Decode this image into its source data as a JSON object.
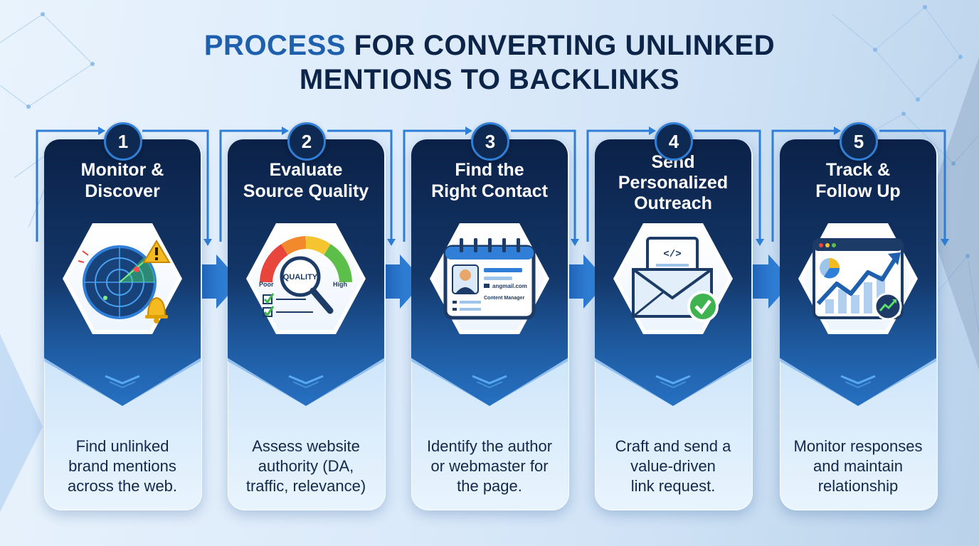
{
  "title": {
    "accent": "PROCESS",
    "line1_rest": " FOR CONVERTING UNLINKED",
    "line2": "MENTIONS TO BACKLINKS"
  },
  "steps": [
    {
      "number": "1",
      "title_lines": [
        "Monitor &",
        "Discover"
      ],
      "icon": "radar-icon",
      "description_lines": [
        "Find unlinked",
        "brand mentions",
        "across the web."
      ]
    },
    {
      "number": "2",
      "title_lines": [
        "Evaluate",
        "Source Quality"
      ],
      "icon": "quality-gauge-icon",
      "icon_labels": {
        "gauge": "QUALITY",
        "low": "Poor",
        "high": "High"
      },
      "description_lines": [
        "Assess website",
        "authority (DA,",
        "traffic, relevance)"
      ]
    },
    {
      "number": "3",
      "title_lines": [
        "Find the",
        "Right Contact"
      ],
      "icon": "contact-card-icon",
      "icon_labels": {
        "email": "angmail.com",
        "role": "Content Manager"
      },
      "description_lines": [
        "Identify the author",
        "or webmaster for",
        "the page."
      ]
    },
    {
      "number": "4",
      "title_lines": [
        "Send",
        "Personalized",
        "Outreach"
      ],
      "icon": "email-check-icon",
      "description_lines": [
        "Craft and send a",
        "value-driven",
        "link request."
      ]
    },
    {
      "number": "5",
      "title_lines": [
        "Track &",
        "Follow Up"
      ],
      "icon": "growth-chart-icon",
      "description_lines": [
        "Monitor responses",
        "and maintain",
        "relationship"
      ]
    }
  ],
  "colors": {
    "title_dark": "#0c2447",
    "title_accent": "#1e5fae",
    "card_dark": "#0b2147",
    "connector_blue": "#2f7fd8"
  }
}
